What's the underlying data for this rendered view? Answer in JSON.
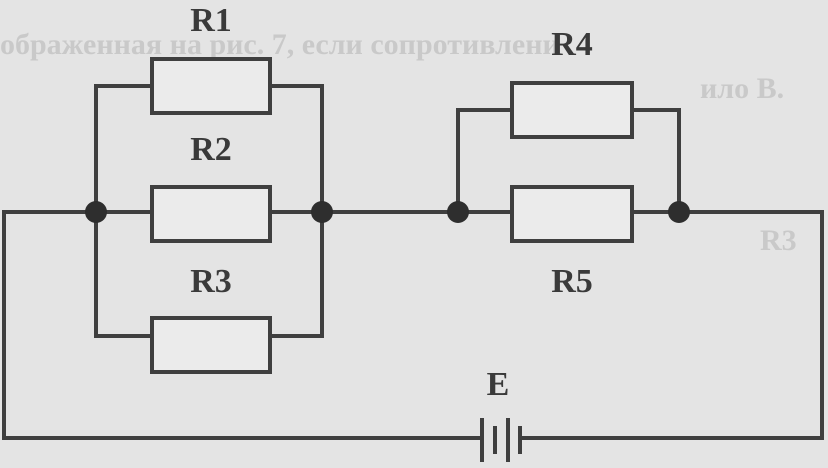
{
  "diagram": {
    "components": {
      "r1": "R1",
      "r2": "R2",
      "r3": "R3",
      "r4": "R4",
      "r5": "R5",
      "source": "E"
    },
    "ghost_text": {
      "line1": "ображенная на рис. 7, если сопротивлени",
      "line2": "ило В.",
      "fragment": "R3"
    }
  },
  "colors": {
    "background": "#e4e4e4",
    "wire": "#3f3f3f",
    "ghost": "#c9c9c9"
  }
}
